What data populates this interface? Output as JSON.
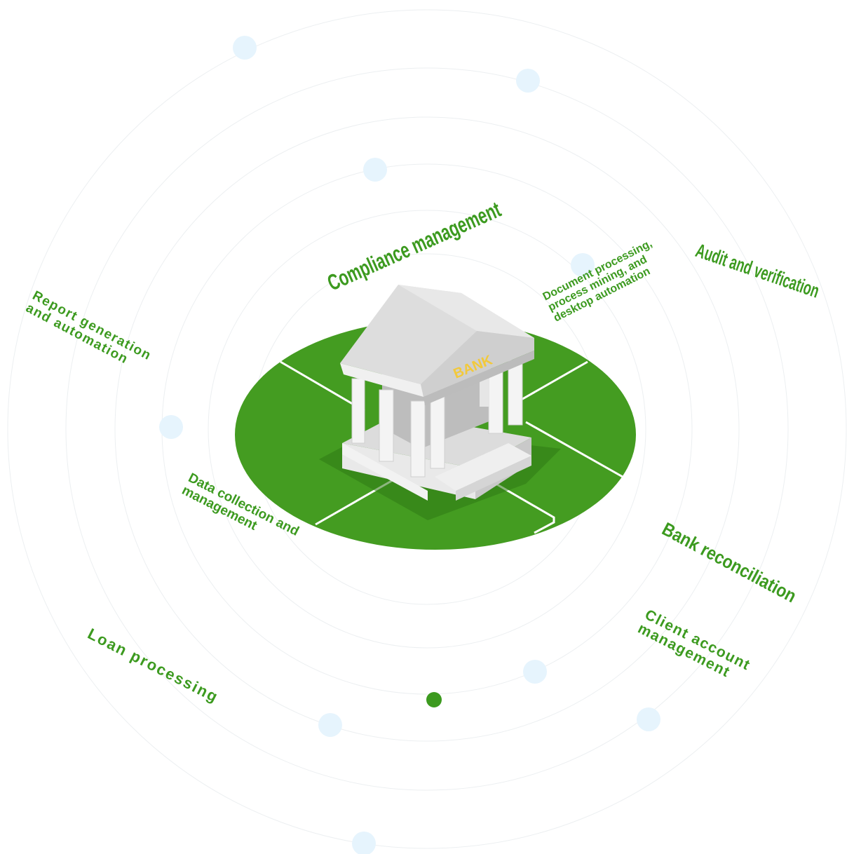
{
  "building": {
    "sign_text": "BANK"
  },
  "labels": [
    {
      "key": "compliance",
      "text": "Compliance management"
    },
    {
      "key": "document",
      "text": "Document processing,\nprocess mining, and\ndesktop automation"
    },
    {
      "key": "audit",
      "text": "Audit and verification"
    },
    {
      "key": "report",
      "text": "Report generation\nand automation"
    },
    {
      "key": "data",
      "text": "Data collection and\nmanagement"
    },
    {
      "key": "bank_rec",
      "text": "Bank reconciliation"
    },
    {
      "key": "client",
      "text": "Client account\nmanagement"
    },
    {
      "key": "loan",
      "text": "Loan processing"
    }
  ],
  "colors": {
    "label_green": "#3c9a1f",
    "platform_green": "#449c21",
    "orbit_dot": "#e6f4fd",
    "active_dot": "#3c9a1f",
    "ring": "#eceff1"
  }
}
